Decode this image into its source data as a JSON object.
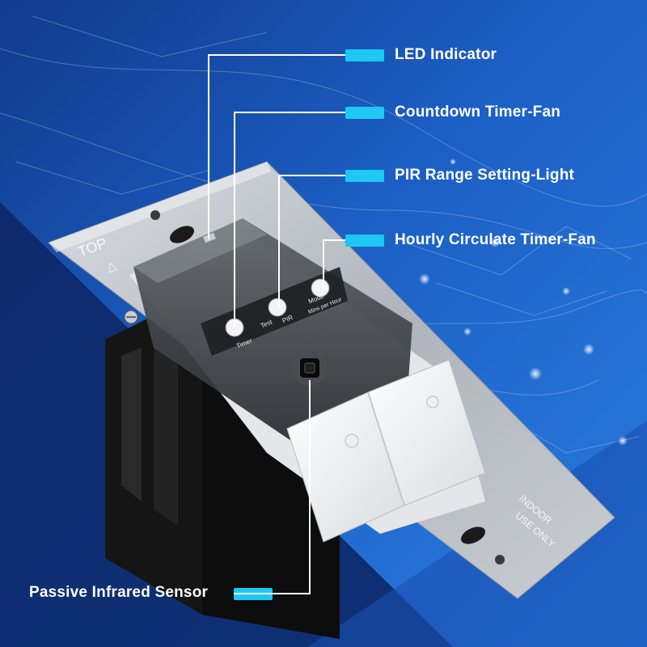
{
  "callouts": {
    "led_indicator": "LED Indicator",
    "countdown_timer_fan": "Countdown Timer-Fan",
    "pir_range_light": "PIR Range Setting-Light",
    "hourly_circulate_fan": "Hourly Circulate Timer-Fan",
    "passive_infrared_sensor": "Passive Infrared Sensor"
  },
  "plate": {
    "top_label": "TOP",
    "top_arrow": "△",
    "indoor_label": "INDOOR",
    "use_only_label": "USE ONLY"
  },
  "dials": {
    "timer_label": "Timer",
    "test_label": "Test",
    "pir_label": "PIR",
    "mode_label": "Mode",
    "mins_per_hour_label": "Mins per Hour"
  },
  "colors": {
    "background_dark": "#0f2a6b",
    "background_bright": "#1f6fd0",
    "marker_cyan": "#1ec8f5",
    "leader_line": "#ffffff"
  }
}
